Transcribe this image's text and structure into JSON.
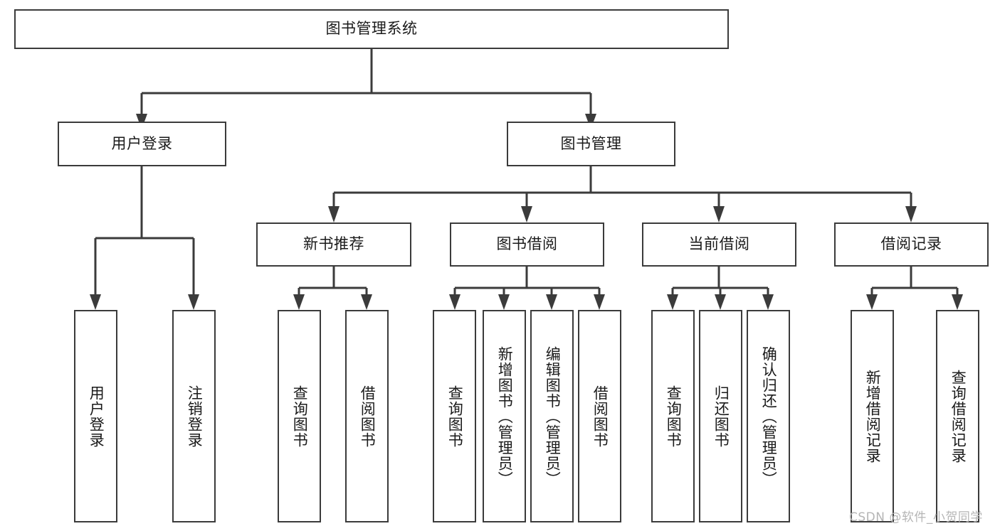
{
  "diagram": {
    "title": "图书管理系统",
    "type": "hierarchy-tree",
    "root": {
      "label": "图书管理系统"
    },
    "level2": [
      {
        "label": "用户登录"
      },
      {
        "label": "图书管理"
      }
    ],
    "level3": [
      {
        "label": "新书推荐"
      },
      {
        "label": "图书借阅"
      },
      {
        "label": "当前借阅"
      },
      {
        "label": "借阅记录"
      }
    ],
    "leaves": {
      "user_login": [
        {
          "label": "用户登录"
        },
        {
          "label": "注销登录"
        }
      ],
      "new_book_recommend": [
        {
          "label": "查询图书"
        },
        {
          "label": "借阅图书"
        }
      ],
      "book_borrow": [
        {
          "label": "查询图书"
        },
        {
          "label": "新增图书（管理员）"
        },
        {
          "label": "编辑图书（管理员）"
        },
        {
          "label": "借阅图书"
        }
      ],
      "current_borrow": [
        {
          "label": "查询图书"
        },
        {
          "label": "归还图书"
        },
        {
          "label": "确认归还（管理员）"
        }
      ],
      "borrow_record": [
        {
          "label": "新增借阅记录"
        },
        {
          "label": "查询借阅记录"
        }
      ]
    }
  },
  "watermark": {
    "text": "CSDN @软件_小贺同学"
  },
  "colors": {
    "border": "#3b3b3b",
    "background": "#ffffff",
    "text": "#1a1a1a",
    "watermark": "#b5b5b5"
  }
}
